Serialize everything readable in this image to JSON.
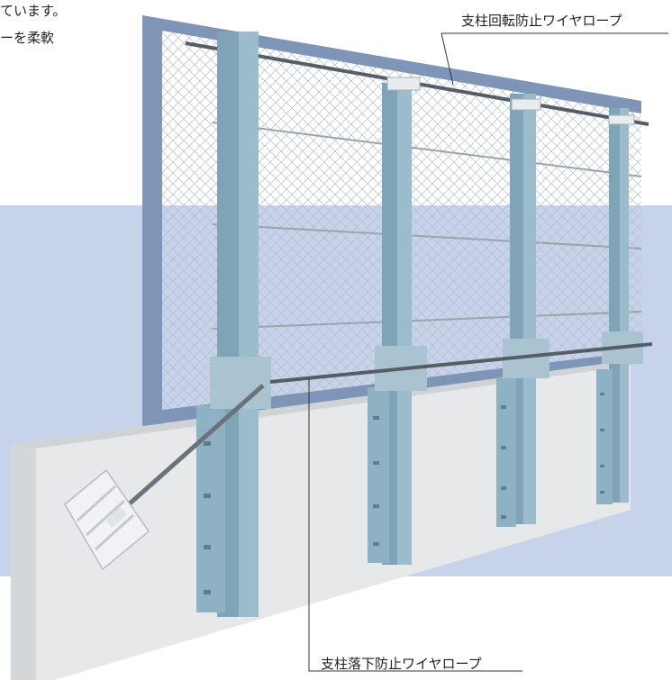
{
  "intro_text": {
    "line1": "ています。",
    "line2": "ーを柔軟"
  },
  "callouts": {
    "top_label": "支柱回転防止ワイヤロープ",
    "bottom_label": "支柱落下防止ワイヤロープ"
  },
  "colors": {
    "band": "#c7d3ea",
    "post": "#8fb1c4",
    "post_dark": "#6f93a6",
    "frame": "#7f95b8",
    "wall": "#e6e8ea",
    "rope": "#555e66",
    "plate": "#a9c3d1",
    "anchor": "#f0f2f4"
  }
}
